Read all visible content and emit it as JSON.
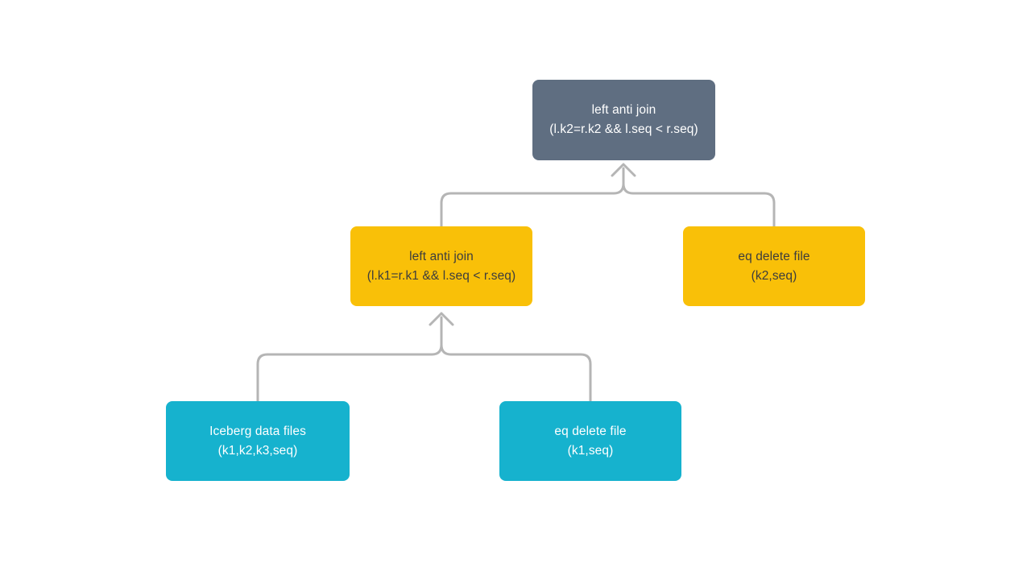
{
  "canvas": {
    "background": "#ffffff",
    "connector_color": "#b5b5b5"
  },
  "nodes": {
    "root": {
      "title": "left anti join",
      "subtitle": "(l.k2=r.k2 && l.seq < r.seq)",
      "fill": "#5f6e81",
      "text_color": "#ffffff"
    },
    "left_join": {
      "title": "left anti join",
      "subtitle": "(l.k1=r.k1 && l.seq < r.seq)",
      "fill": "#f9c008",
      "text_color": "#3d3d3d"
    },
    "eq_delete_k2": {
      "title": "eq delete file",
      "subtitle": "(k2,seq)",
      "fill": "#f9c008",
      "text_color": "#3d3d3d"
    },
    "iceberg_data_files": {
      "title": "Iceberg data files",
      "subtitle": "(k1,k2,k3,seq)",
      "fill": "#16b2ce",
      "text_color": "#ffffff"
    },
    "eq_delete_k1": {
      "title": "eq delete file",
      "subtitle": "(k1,seq)",
      "fill": "#16b2ce",
      "text_color": "#ffffff"
    }
  }
}
